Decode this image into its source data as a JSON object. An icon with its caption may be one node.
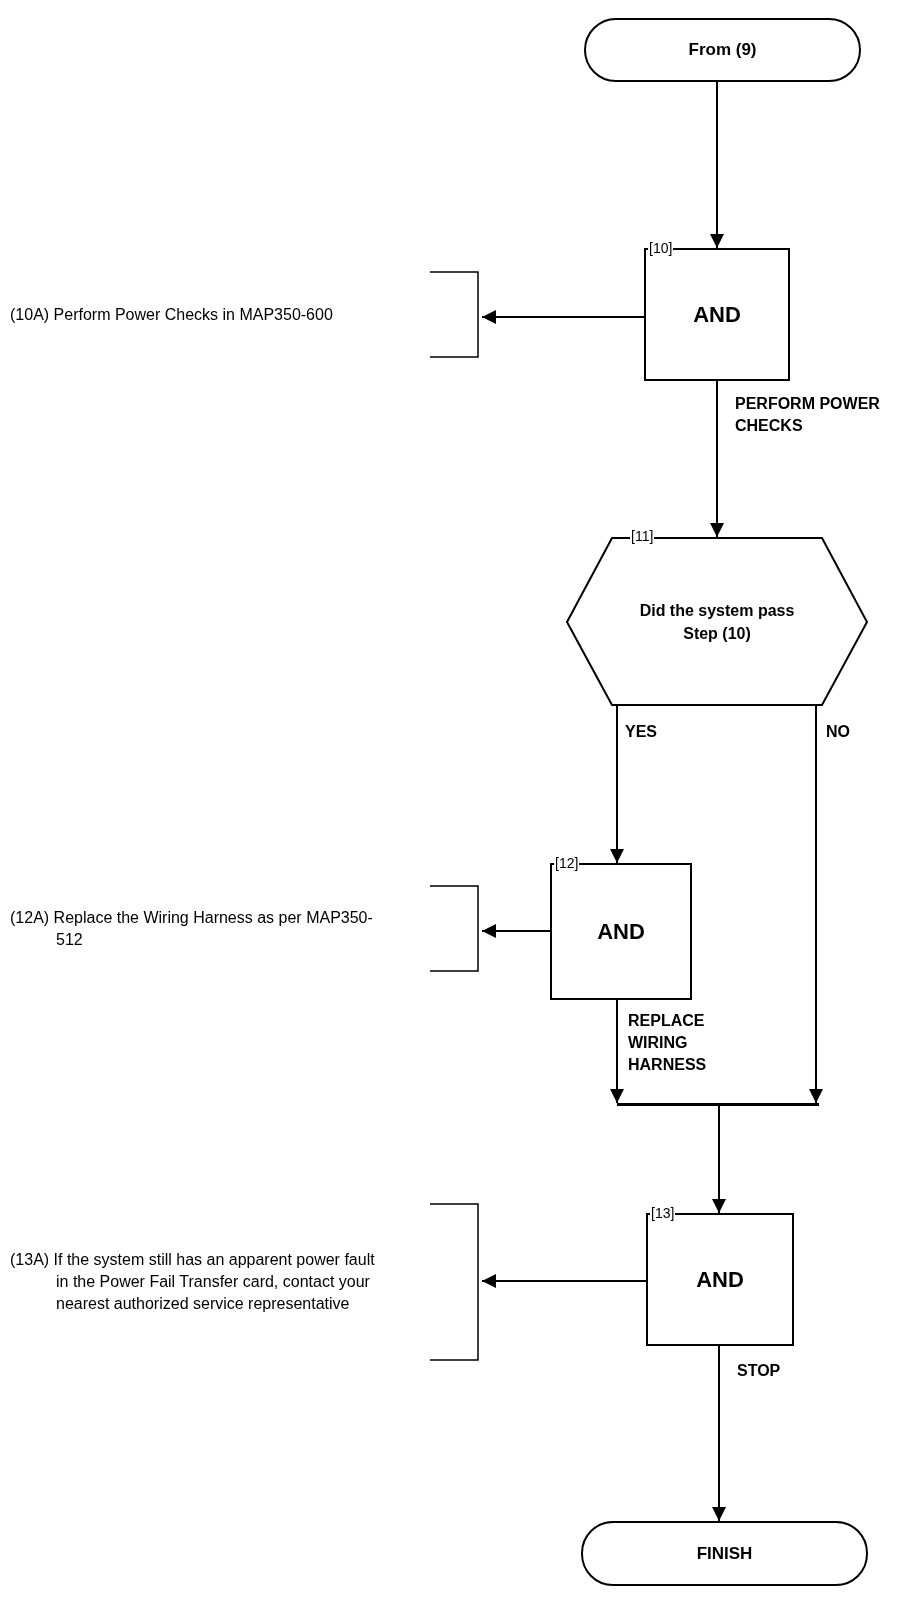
{
  "diagram": {
    "nodes": [
      {
        "text": [
          "From (9)"
        ]
      },
      {
        "text": [
          "[10]",
          "AND"
        ]
      },
      {
        "text": [
          "(10A) Perform Power Checks in MAP350-600"
        ]
      },
      {
        "text": [
          "[11]",
          "Did the system pass Step (10)"
        ]
      },
      {
        "text": [
          "[12]",
          "AND"
        ]
      },
      {
        "text": [
          "(12A) Replace the Wiring Harness as per MAP350-512"
        ]
      },
      {
        "text": [],
        "shape": "bar"
      },
      {
        "text": [
          "[13]",
          "AND"
        ]
      },
      {
        "text": [
          "(13A) If the system still has an apparent power fault in the Power Fail Transfer card, contact your nearest authorized service representative"
        ]
      },
      {
        "text": [
          "FINISH"
        ]
      }
    ],
    "edges": [
      {
        "from": 0,
        "to": 1,
        "arrow": "to"
      },
      {
        "from": 1,
        "to": 2,
        "arrow": "to"
      },
      {
        "from": 1,
        "to": 3,
        "arrow": "to",
        "label": "PERFORM POWER CHECKS"
      },
      {
        "from": 3,
        "to": 4,
        "arrow": "to",
        "label": "YES"
      },
      {
        "from": 3,
        "to": 6,
        "arrow": "to",
        "label": "NO"
      },
      {
        "from": 4,
        "to": 5,
        "arrow": "to"
      },
      {
        "from": 4,
        "to": 6,
        "arrow": "to",
        "label": "REPLACE WIRING HARNESS"
      },
      {
        "from": 6,
        "to": 7,
        "arrow": "to"
      },
      {
        "from": 7,
        "to": 8,
        "arrow": "to"
      },
      {
        "from": 7,
        "to": 9,
        "arrow": "to",
        "label": "STOP"
      }
    ]
  }
}
